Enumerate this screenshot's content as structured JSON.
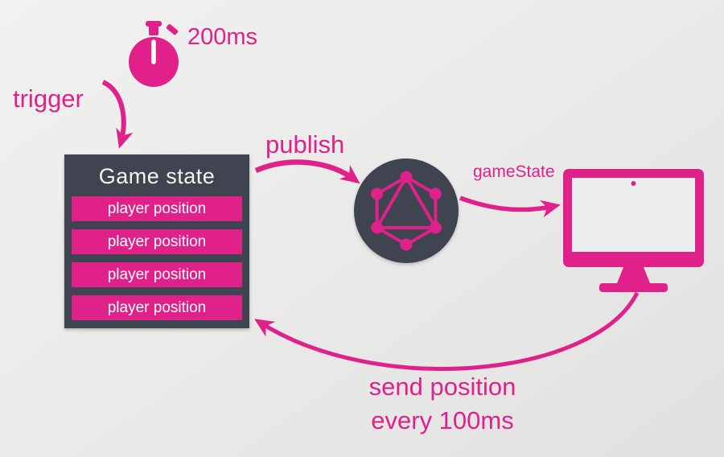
{
  "colors": {
    "accent": "#e0218a",
    "dark": "#3f4450",
    "background": "#e9e9e8",
    "row_text": "#ffffff"
  },
  "timer": {
    "icon": "stopwatch-icon",
    "label": "200ms"
  },
  "trigger_label": "trigger",
  "game_state_box": {
    "title": "Game state",
    "rows": [
      "player position",
      "player position",
      "player position",
      "player position"
    ]
  },
  "publish_label": "publish",
  "broker": {
    "icon": "graphql-logo-icon"
  },
  "event_label": "gameState",
  "client": {
    "icon": "monitor-icon"
  },
  "feedback": {
    "line1": "send position",
    "line2": "every 100ms"
  }
}
